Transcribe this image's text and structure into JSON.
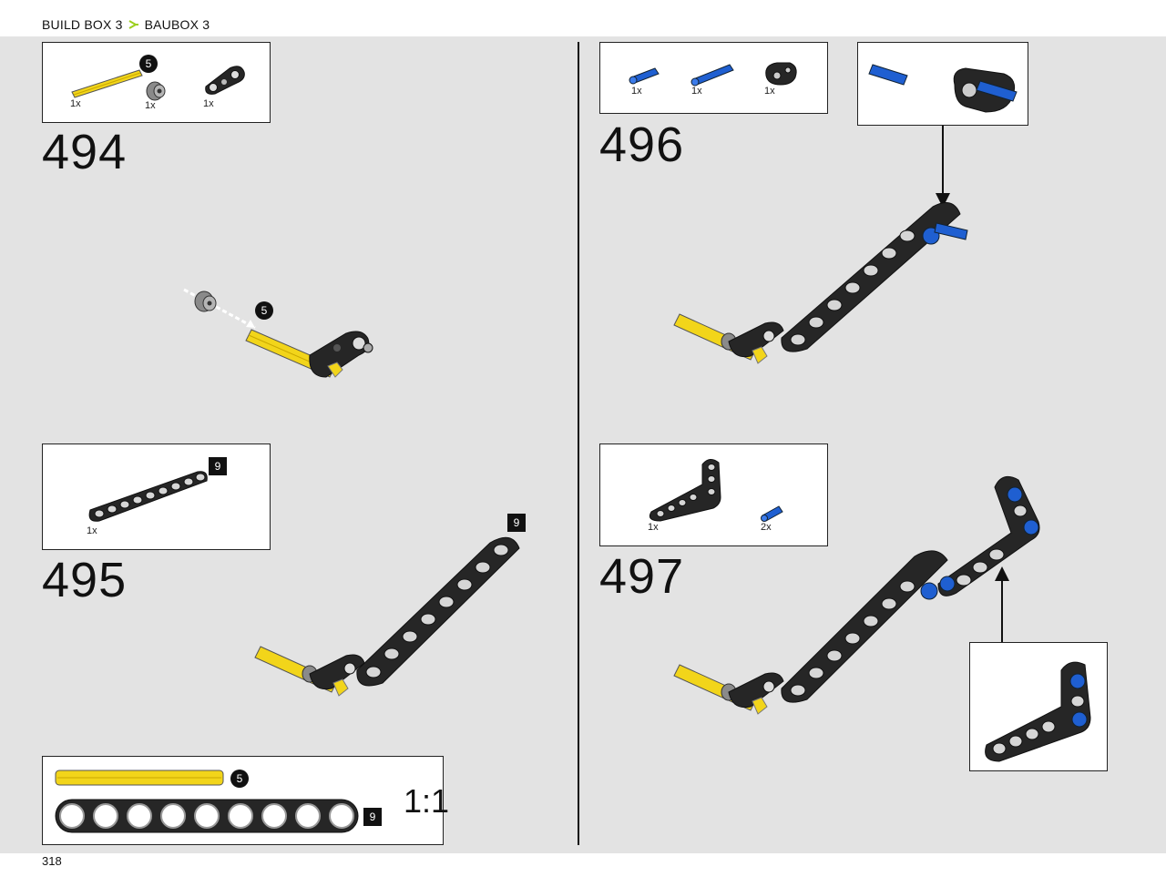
{
  "header": {
    "breadcrumb_left": "BUILD BOX 3",
    "breadcrumb_right": "BAUBOX 3",
    "accent_color": "#9ccf1f"
  },
  "steps": [
    {
      "number": "494",
      "parts": [
        {
          "name": "yellow-axle",
          "qty": "1x",
          "badge": "5"
        },
        {
          "name": "gray-bushing",
          "qty": "1x"
        },
        {
          "name": "black-lever-2x1",
          "qty": "1x"
        }
      ],
      "callout_badge": "5"
    },
    {
      "number": "495",
      "parts": [
        {
          "name": "black-beam-9",
          "qty": "1x",
          "badge": "9"
        }
      ],
      "callout_badge": "9"
    },
    {
      "number": "496",
      "parts": [
        {
          "name": "blue-pin",
          "qty": "1x"
        },
        {
          "name": "blue-long-pin",
          "qty": "1x"
        },
        {
          "name": "black-connector",
          "qty": "1x"
        }
      ]
    },
    {
      "number": "497",
      "parts": [
        {
          "name": "black-angle-beam",
          "qty": "1x"
        },
        {
          "name": "blue-pin",
          "qty": "2x"
        }
      ]
    }
  ],
  "scale_box": {
    "axle_badge": "5",
    "beam_badge": "9",
    "scale_label": "1:1"
  },
  "footer": {
    "page_number": "318"
  },
  "colors": {
    "background": "#e3e3e3",
    "yellow": "#f2d51a",
    "black_part": "#262626",
    "blue_part": "#1f5fd1",
    "gray_part": "#8a8a8a"
  }
}
